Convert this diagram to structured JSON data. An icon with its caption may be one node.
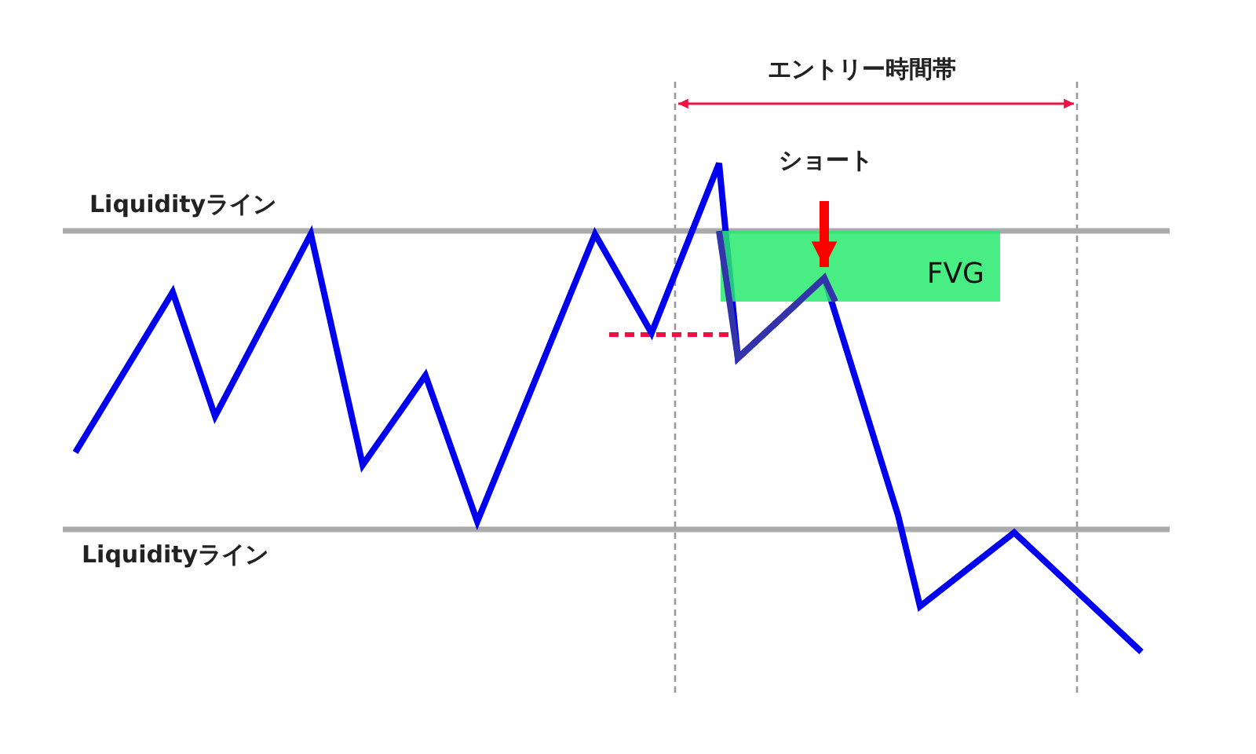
{
  "diagram": {
    "nodes": [
      {
        "text": [
          "ショート"
        ]
      },
      {
        "text": [
          "FVG"
        ]
      }
    ],
    "edges": [
      {
        "from": 0,
        "to": 1,
        "arrow": "to",
        "color": "#ff0000"
      }
    ],
    "labels": [
      "エントリー時間帯",
      "Liquidityライン",
      "Liquidityライン"
    ]
  }
}
